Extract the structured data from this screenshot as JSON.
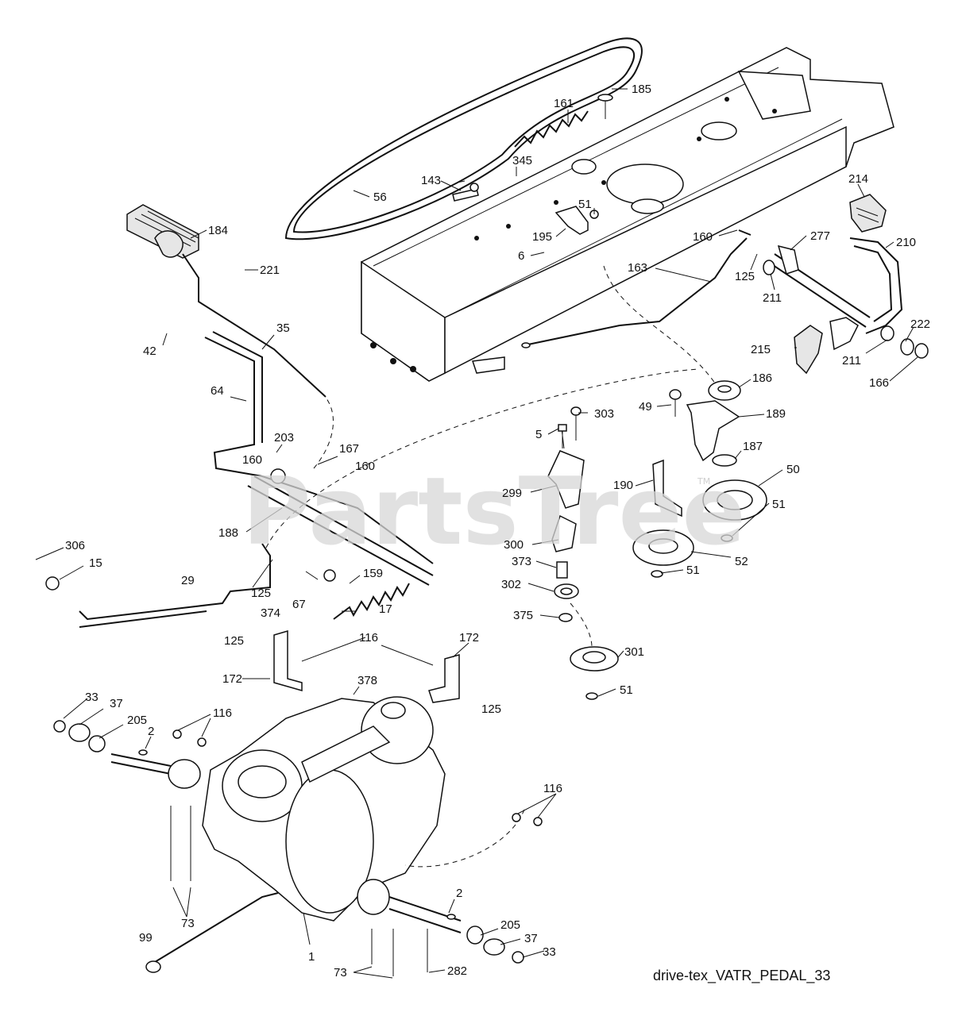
{
  "watermark": {
    "text": "PartsTree",
    "mark": "TM"
  },
  "caption": "drive-tex_VATR_PEDAL_33",
  "callouts": [
    {
      "id": "c185",
      "label": "185"
    },
    {
      "id": "c161",
      "label": "161"
    },
    {
      "id": "c345",
      "label": "345"
    },
    {
      "id": "c143",
      "label": "143"
    },
    {
      "id": "c56",
      "label": "56"
    },
    {
      "id": "c51a",
      "label": "51"
    },
    {
      "id": "c195",
      "label": "195"
    },
    {
      "id": "c6",
      "label": "6"
    },
    {
      "id": "c184",
      "label": "184"
    },
    {
      "id": "c221",
      "label": "221"
    },
    {
      "id": "c35",
      "label": "35"
    },
    {
      "id": "c42",
      "label": "42"
    },
    {
      "id": "c64",
      "label": "64"
    },
    {
      "id": "c203",
      "label": "203"
    },
    {
      "id": "c167",
      "label": "167"
    },
    {
      "id": "c160a",
      "label": "160"
    },
    {
      "id": "c160b",
      "label": "160"
    },
    {
      "id": "c188",
      "label": "188"
    },
    {
      "id": "c306",
      "label": "306"
    },
    {
      "id": "c15",
      "label": "15"
    },
    {
      "id": "c29",
      "label": "29"
    },
    {
      "id": "c125a",
      "label": "125"
    },
    {
      "id": "c374",
      "label": "374"
    },
    {
      "id": "c67",
      "label": "67"
    },
    {
      "id": "c159",
      "label": "159"
    },
    {
      "id": "c17",
      "label": "17"
    },
    {
      "id": "c125b",
      "label": "125"
    },
    {
      "id": "c116a",
      "label": "116"
    },
    {
      "id": "c172a",
      "label": "172"
    },
    {
      "id": "c172b",
      "label": "172"
    },
    {
      "id": "c378",
      "label": "378"
    },
    {
      "id": "c125c",
      "label": "125"
    },
    {
      "id": "c33a",
      "label": "33"
    },
    {
      "id": "c37a",
      "label": "37"
    },
    {
      "id": "c205a",
      "label": "205"
    },
    {
      "id": "c2a",
      "label": "2"
    },
    {
      "id": "c116b",
      "label": "116"
    },
    {
      "id": "c116c",
      "label": "116"
    },
    {
      "id": "c73a",
      "label": "73"
    },
    {
      "id": "c99",
      "label": "99"
    },
    {
      "id": "c1",
      "label": "1"
    },
    {
      "id": "c2b",
      "label": "2"
    },
    {
      "id": "c205b",
      "label": "205"
    },
    {
      "id": "c37b",
      "label": "37"
    },
    {
      "id": "c33b",
      "label": "33"
    },
    {
      "id": "c73b",
      "label": "73"
    },
    {
      "id": "c282",
      "label": "282"
    },
    {
      "id": "c303",
      "label": "303"
    },
    {
      "id": "c5",
      "label": "5"
    },
    {
      "id": "c299",
      "label": "299"
    },
    {
      "id": "c300",
      "label": "300"
    },
    {
      "id": "c373",
      "label": "373"
    },
    {
      "id": "c302",
      "label": "302"
    },
    {
      "id": "c375",
      "label": "375"
    },
    {
      "id": "c301",
      "label": "301"
    },
    {
      "id": "c51b",
      "label": "51"
    },
    {
      "id": "c214",
      "label": "214"
    },
    {
      "id": "c210",
      "label": "210"
    },
    {
      "id": "c160c",
      "label": "160"
    },
    {
      "id": "c277",
      "label": "277"
    },
    {
      "id": "c163",
      "label": "163"
    },
    {
      "id": "c125d",
      "label": "125"
    },
    {
      "id": "c211a",
      "label": "211"
    },
    {
      "id": "c222",
      "label": "222"
    },
    {
      "id": "c211b",
      "label": "211"
    },
    {
      "id": "c215",
      "label": "215"
    },
    {
      "id": "c166",
      "label": "166"
    },
    {
      "id": "c186",
      "label": "186"
    },
    {
      "id": "c49",
      "label": "49"
    },
    {
      "id": "c189",
      "label": "189"
    },
    {
      "id": "c187",
      "label": "187"
    },
    {
      "id": "c190",
      "label": "190"
    },
    {
      "id": "c50",
      "label": "50"
    },
    {
      "id": "c51c",
      "label": "51"
    },
    {
      "id": "c52",
      "label": "52"
    },
    {
      "id": "c51d",
      "label": "51"
    }
  ]
}
